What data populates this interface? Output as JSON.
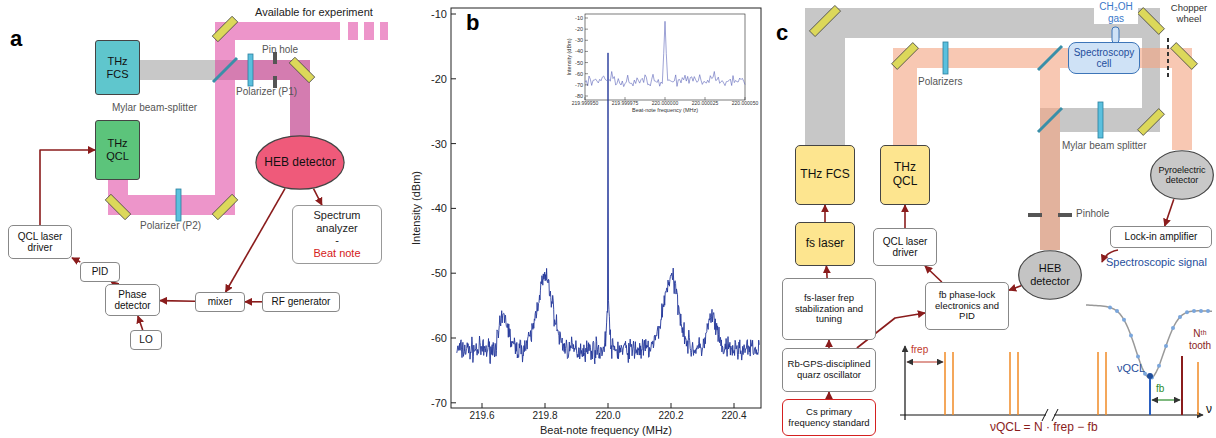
{
  "diagram": {
    "nodes": [
      {
        "text": [
          "THz FCS"
        ]
      },
      {
        "text": [
          "THz QCL"
        ]
      },
      {
        "text": [
          "HEB detector"
        ]
      },
      {
        "text": [
          "Spectrum analyzer",
          "-",
          "Beat note"
        ]
      },
      {
        "text": [
          "QCL laser driver"
        ]
      },
      {
        "text": [
          "PID"
        ]
      },
      {
        "text": [
          "Phase detector"
        ]
      },
      {
        "text": [
          "LO"
        ]
      },
      {
        "text": [
          "mixer"
        ]
      },
      {
        "text": [
          "RF generator"
        ]
      },
      {
        "text": [
          "THz FCS"
        ]
      },
      {
        "text": [
          "fs laser"
        ]
      },
      {
        "text": [
          "fs-laser frep stabilization and tuning"
        ]
      },
      {
        "text": [
          "Rb-GPS-disciplined quarz oscillator"
        ]
      },
      {
        "text": [
          "Cs primary frequency standard"
        ]
      },
      {
        "text": [
          "THz QCL"
        ]
      },
      {
        "text": [
          "QCL laser driver"
        ]
      },
      {
        "text": [
          "fb phase-lock electronics and PID"
        ]
      },
      {
        "text": [
          "HEB detector"
        ]
      },
      {
        "text": [
          "Spectroscopy cell"
        ]
      },
      {
        "text": [
          "Pyroelectric detector"
        ]
      },
      {
        "text": [
          "Lock-in amplifier"
        ]
      }
    ],
    "edges": [
      {
        "from": 2,
        "to": 3,
        "arrow": "to"
      },
      {
        "from": 2,
        "to": 8,
        "arrow": "to"
      },
      {
        "from": 9,
        "to": 8,
        "arrow": "to"
      },
      {
        "from": 8,
        "to": 6,
        "arrow": "to"
      },
      {
        "from": 7,
        "to": 6,
        "arrow": "to"
      },
      {
        "from": 6,
        "to": 5,
        "arrow": "to"
      },
      {
        "from": 5,
        "to": 4,
        "arrow": "to"
      },
      {
        "from": 4,
        "to": 1,
        "arrow": "to"
      },
      {
        "from": 14,
        "to": 13,
        "arrow": "to"
      },
      {
        "from": 13,
        "to": 12,
        "arrow": "to"
      },
      {
        "from": 12,
        "to": 11,
        "arrow": "to"
      },
      {
        "from": 11,
        "to": 10,
        "arrow": "to"
      },
      {
        "from": 13,
        "to": 17,
        "arrow": "to"
      },
      {
        "from": 18,
        "to": 17,
        "arrow": "to"
      },
      {
        "from": 17,
        "to": 16,
        "arrow": "to"
      },
      {
        "from": 16,
        "to": 15,
        "arrow": "to"
      },
      {
        "from": 20,
        "to": 21,
        "arrow": "to"
      }
    ],
    "labels": [
      "a",
      "b",
      "c",
      "Available for experiment",
      "Mylar beam-splitter",
      "Polarizer (P1)",
      "Pin hole",
      "Polarizer (P2)",
      "-10",
      "-20",
      "-30",
      "-40",
      "-50",
      "-60",
      "-70",
      "219.6",
      "219.8",
      "220.0",
      "220.2",
      "220.4",
      "Intensity (dBm)",
      "Beat-note frequency (MHz)",
      "-10",
      "-20",
      "-30",
      "-40",
      "-50",
      "-60",
      "-70",
      "-80",
      "219.999950",
      "219.999975",
      "220.000000",
      "220.000025",
      "220.000050",
      "Intensity (dBm)",
      "Beat-note frequency (MHz)",
      "CH₃OH gas",
      "Chopper wheel",
      "Polarizers",
      "Mylar beam splitter",
      "Pinhole",
      "Spectroscopic signal",
      "νQCL",
      "Nᵗʰ tooth",
      "frep",
      "fb",
      "ν",
      "νQCL = N · frep − fb"
    ]
  }
}
